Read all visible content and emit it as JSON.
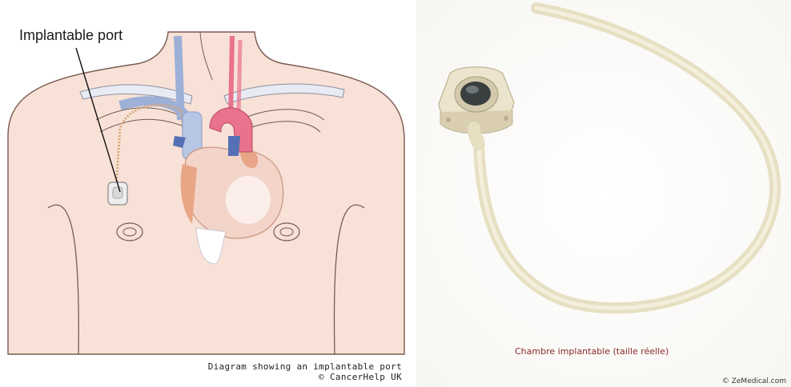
{
  "left": {
    "label": "Implantable port",
    "caption_line1": "Diagram showing an implantable port",
    "caption_line2": "© CancerHelp UK"
  },
  "right": {
    "caption": "Chambre implantable (taille réelle)",
    "credit": "© ZeMedical.com"
  },
  "colors": {
    "skin": "#f8e1d6",
    "skin_outline": "#7a5a52",
    "bone": "#e8ebf3",
    "vein": "#9db0d8",
    "heart": "#f3d4c8",
    "artery": "#e9728d",
    "catheter": "#efeacb"
  }
}
